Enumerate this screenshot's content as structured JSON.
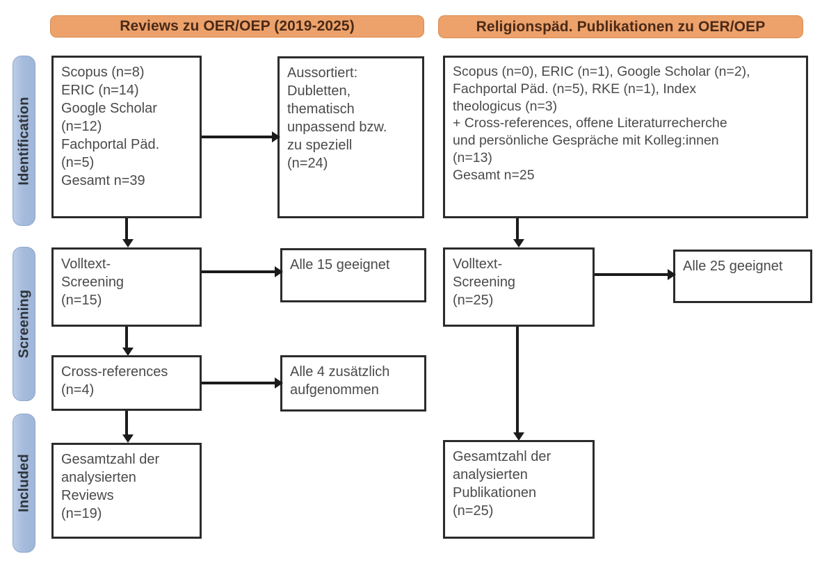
{
  "columns": {
    "left": {
      "header": "Reviews zu OER/OEP (2019-2025)"
    },
    "right": {
      "header": "Religionspäd. Publikationen zu OER/OEP"
    }
  },
  "stages": [
    {
      "id": "identification",
      "label": "Identification"
    },
    {
      "id": "screening",
      "label": "Screening"
    },
    {
      "id": "included",
      "label": "Included"
    }
  ],
  "boxes": {
    "identification_left": "Scopus (n=8)\nERIC (n=14)\nGoogle Scholar\n(n=12)\nFachportal Päd.\n(n=5)\nGesamt n=39",
    "identification_excluded": "Aussortiert:\nDubletten,\nthematisch\nunpassend bzw.\nzu speziell\n(n=24)",
    "identification_right": "Scopus (n=0), ERIC (n=1), Google Scholar (n=2),\nFachportal Päd. (n=5), RKE (n=1), Index\ntheologicus (n=3)\n+ Cross-references, offene Literaturrecherche\nund persönliche Gespräche mit Kolleg:innen\n(n=13)\nGesamt n=25",
    "screening_left": "Volltext-\nScreening\n(n=15)",
    "screening_left_outcome": "Alle 15 geeignet",
    "screening_right": "Volltext-\nScreening\n(n=25)",
    "screening_right_outcome": "Alle 25 geeignet",
    "cross_references": "Cross-references\n(n=4)",
    "cross_references_outcome": "Alle 4 zusätzlich\naufgenommen",
    "included_left": "Gesamtzahl der\nanalysierten\nReviews\n(n=19)",
    "included_right": "Gesamtzahl der\nanalysierten\nPublikationen\n(n=25)"
  },
  "colors": {
    "header_fill": "#EDA26B",
    "header_border": "#D98A4E",
    "rail_fill": "#A6BCDD",
    "rail_border": "#8FA6CC",
    "box_border": "#2B2B2B",
    "text": "#4A4A4A",
    "connector": "#1B1B1B"
  }
}
